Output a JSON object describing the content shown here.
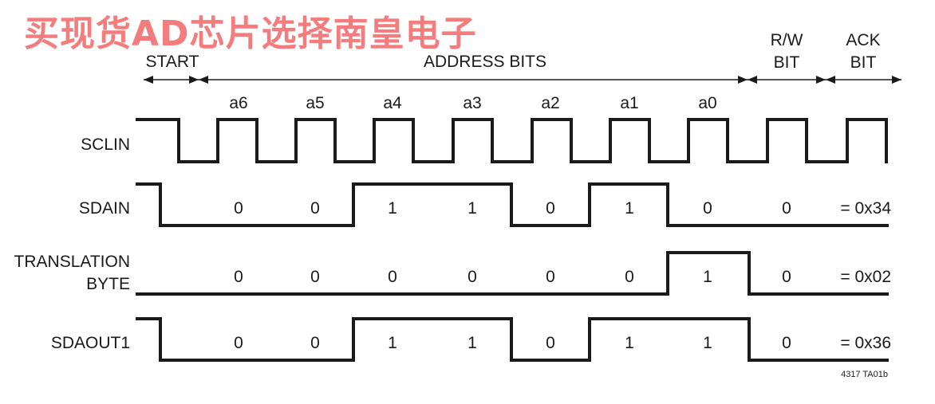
{
  "watermark": {
    "text": "买现货AD芯片选择南皇电子",
    "color": "#f47c7c"
  },
  "header": {
    "start": "START",
    "address_bits": "ADDRESS BITS",
    "rw_line1": "R/W",
    "rw_line2": "BIT",
    "ack_line1": "ACK",
    "ack_line2": "BIT"
  },
  "bit_labels": [
    "a6",
    "a5",
    "a4",
    "a3",
    "a2",
    "a1",
    "a0"
  ],
  "signals": [
    {
      "name": "SCLIN",
      "line2": "",
      "bits": [],
      "result": ""
    },
    {
      "name": "SDAIN",
      "line2": "",
      "bits": [
        "0",
        "0",
        "1",
        "1",
        "0",
        "1",
        "0",
        "0"
      ],
      "result": "= 0x34"
    },
    {
      "name": "TRANSLATION",
      "line2": "BYTE",
      "bits": [
        "0",
        "0",
        "0",
        "0",
        "0",
        "0",
        "1",
        "0"
      ],
      "result": "= 0x02"
    },
    {
      "name": "SDAOUT1",
      "line2": "",
      "bits": [
        "0",
        "0",
        "1",
        "1",
        "0",
        "1",
        "1",
        "0"
      ],
      "result": "= 0x36"
    }
  ],
  "figure_id": "4317 TA01b",
  "colors": {
    "ink": "#1a1a1a",
    "watermark": "#f47c7c"
  }
}
